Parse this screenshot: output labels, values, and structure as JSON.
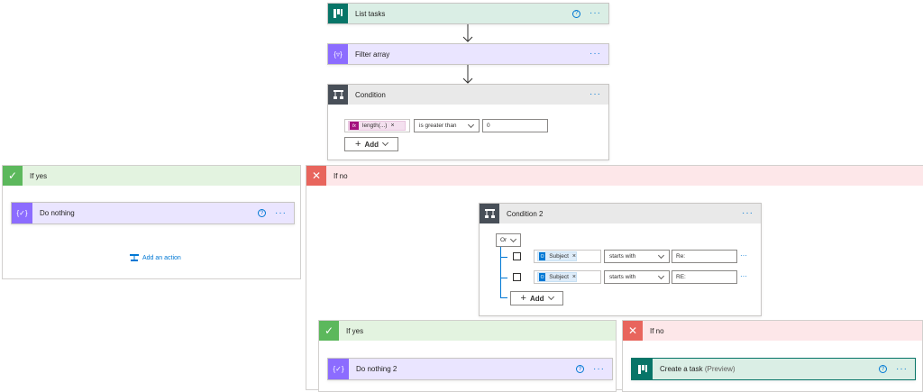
{
  "list_tasks": {
    "title": "List tasks",
    "help": "?",
    "more": "···"
  },
  "filter_array": {
    "title": "Filter array",
    "more": "···"
  },
  "condition": {
    "title": "Condition",
    "more": "···",
    "operand_left": "length(...)",
    "operator": "is greater than",
    "operand_right": "0",
    "add_label": "Add"
  },
  "if_yes": {
    "label": "If yes",
    "action_title": "Do nothing",
    "help": "?",
    "more": "···",
    "add_action": "Add an action"
  },
  "if_no": {
    "label": "If no",
    "condition2": {
      "title": "Condition 2",
      "more": "···",
      "group_op": "Or",
      "rows": [
        {
          "field": "Subject",
          "operator": "starts with",
          "value": "Re:"
        },
        {
          "field": "Subject",
          "operator": "starts with",
          "value": "RE:"
        }
      ],
      "row_more": "···",
      "add_label": "Add"
    },
    "nested_yes": {
      "label": "If yes",
      "action_title": "Do nothing 2",
      "help": "?",
      "more": "···"
    },
    "nested_no": {
      "label": "If no",
      "action_title": "Create a task",
      "action_suffix": "(Preview)",
      "help": "?",
      "more": "···"
    }
  },
  "colors": {
    "planner": "#077568",
    "data_ops": "#8c6cff",
    "control": "#484f58",
    "yes": "#5cb85c",
    "no": "#e8655d",
    "outlook": "#0078d4",
    "expr": "#a4107f"
  }
}
